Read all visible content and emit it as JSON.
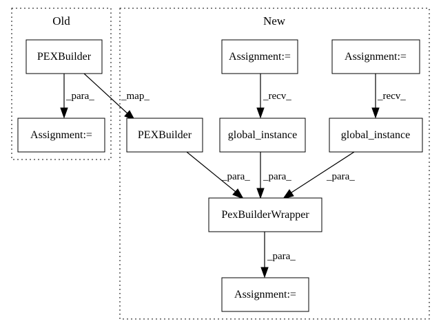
{
  "clusters": {
    "old": {
      "label": "Old"
    },
    "new": {
      "label": "New"
    }
  },
  "nodes": {
    "old_pexbuilder": {
      "label": "PEXBuilder"
    },
    "old_assignment": {
      "label": "Assignment:="
    },
    "new_pexbuilder": {
      "label": "PEXBuilder"
    },
    "new_assignment_1": {
      "label": "Assignment:="
    },
    "new_assignment_2": {
      "label": "Assignment:="
    },
    "global_instance_1": {
      "label": "global_instance"
    },
    "global_instance_2": {
      "label": "global_instance"
    },
    "pexbuilderwrapper": {
      "label": "PexBuilderWrapper"
    },
    "final_assignment": {
      "label": "Assignment:="
    }
  },
  "edges": {
    "old_para": {
      "label": "_para_"
    },
    "map": {
      "label": "_map_"
    },
    "recv_1": {
      "label": "_recv_"
    },
    "recv_2": {
      "label": "_recv_"
    },
    "para_pexbuilder": {
      "label": "_para_"
    },
    "para_global_1": {
      "label": "_para_"
    },
    "para_global_2": {
      "label": "_para_"
    },
    "para_final": {
      "label": "_para_"
    }
  }
}
